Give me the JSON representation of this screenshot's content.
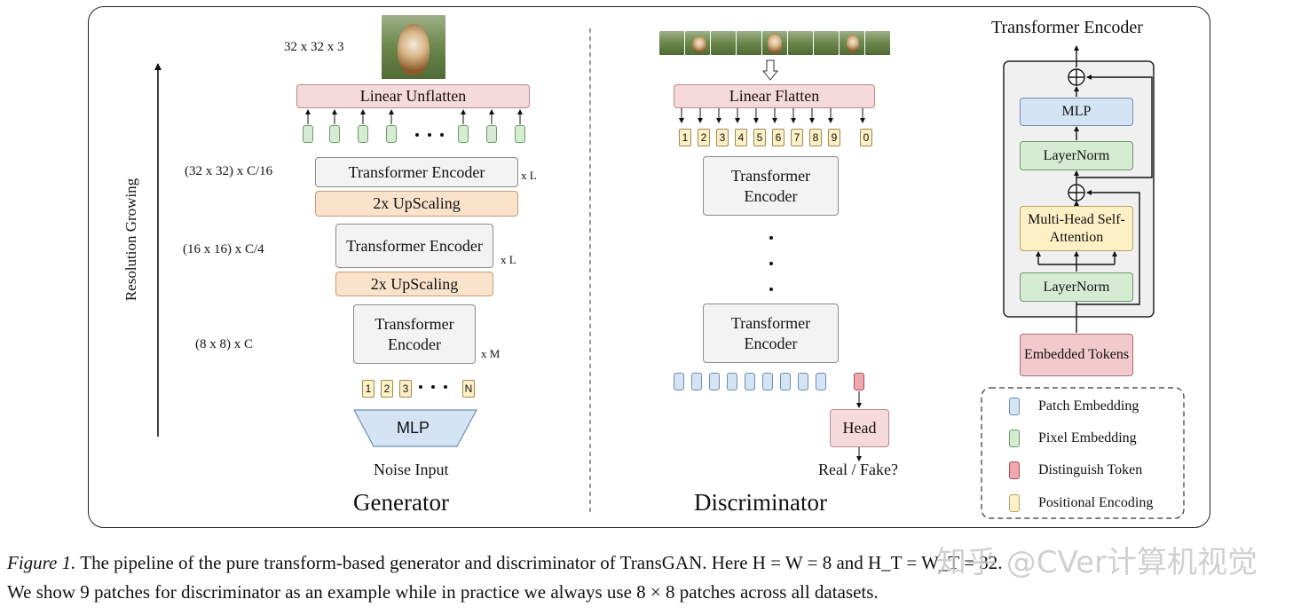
{
  "generator": {
    "title": "Generator",
    "image_size_label": "32 x 32 x 3",
    "linear_unflatten": "Linear Unflatten",
    "encoder1": "Transformer Encoder",
    "encoder1_repeat": "x L",
    "upscale1": "2x UpScaling",
    "encoder2": "Transformer Encoder",
    "encoder2_repeat": "x L",
    "upscale2": "2x UpScaling",
    "encoder3": "Transformer Encoder",
    "encoder3_repeat": "x M",
    "mlp": "MLP",
    "noise_input": "Noise Input",
    "axis_label": "Resolution Growing",
    "res_labels": [
      "(32 x 32) x C/16",
      "(16 x 16) x C/4",
      "(8 x 8) x C"
    ],
    "input_tokens": [
      "1",
      "2",
      "3",
      "N"
    ]
  },
  "discriminator": {
    "title": "Discriminator",
    "linear_flatten": "Linear Flatten",
    "patch_tokens": [
      "1",
      "2",
      "3",
      "4",
      "5",
      "6",
      "7",
      "8",
      "9",
      "0"
    ],
    "encoder_top": "Transformer Encoder",
    "encoder_bottom": "Transformer Encoder",
    "head": "Head",
    "output": "Real / Fake?"
  },
  "encoder_detail": {
    "title": "Transformer Encoder",
    "mlp": "MLP",
    "layernorm_top": "LayerNorm",
    "attention": "Multi-Head Self-Attention",
    "layernorm_bottom": "LayerNorm",
    "embedded_tokens": "Embedded Tokens"
  },
  "legend": [
    {
      "label": "Patch Embedding",
      "color": "#d4e4f5"
    },
    {
      "label": "Pixel Embedding",
      "color": "#d6ecd2"
    },
    {
      "label": "Distinguish Token",
      "color": "#f2a6ad"
    },
    {
      "label": "Positional Encoding",
      "color": "#fdf0c4"
    }
  ],
  "caption": {
    "fig_label": "Figure 1.",
    "line1": "The pipeline of the pure transform-based generator and discriminator of TransGAN. Here H = W = 8 and H_T = W_T = 32.",
    "line2": "We show 9 patches for discriminator as an example while in practice we always use 8 × 8 patches across all datasets."
  },
  "watermark": "知乎 @CVer计算机视觉"
}
